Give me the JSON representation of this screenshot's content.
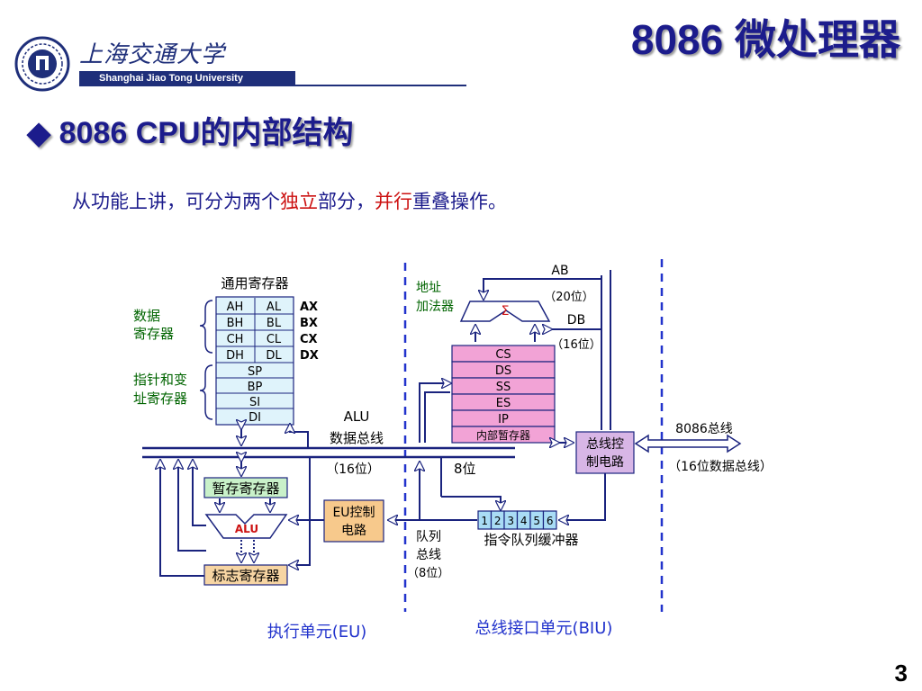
{
  "header": {
    "title": "8086  微处理器",
    "university_cn": "上海交通大学",
    "university_en": "Shanghai Jiao Tong University"
  },
  "slide": {
    "bullet": "◆",
    "subtitle": "8086 CPU的内部结构",
    "desc_parts": [
      "从功能上讲，可分为两个",
      "独立",
      "部分，",
      "并行",
      "重叠操作。"
    ],
    "page_number": "3"
  },
  "diagram": {
    "gp_title": "通用寄存器",
    "data_reg_label": [
      "数据",
      "寄存器"
    ],
    "ptr_reg_label": [
      "指针和变",
      "址寄存器"
    ],
    "gp_rows": [
      {
        "hi": "AH",
        "lo": "AL",
        "name": "AX"
      },
      {
        "hi": "BH",
        "lo": "BL",
        "name": "BX"
      },
      {
        "hi": "CH",
        "lo": "CL",
        "name": "CX"
      },
      {
        "hi": "DH",
        "lo": "DL",
        "name": "DX"
      }
    ],
    "ptr_regs": [
      "SP",
      "BP",
      "SI",
      "DI"
    ],
    "alu_bus": [
      "ALU",
      "数据总线"
    ],
    "alu_bus_width": "（16位）",
    "temp_reg": "暂存寄存器",
    "alu": "ALU",
    "flags_reg": "标志寄存器",
    "eu_control": [
      "EU控制",
      "电路"
    ],
    "addr_adder": [
      "地址",
      "加法器"
    ],
    "sigma": "Σ",
    "ab": "AB",
    "ab_width": "（20位）",
    "db": "DB",
    "db_width": "（16位）",
    "seg_regs": [
      "CS",
      "DS",
      "SS",
      "ES",
      "IP",
      "内部暂存器"
    ],
    "bus_control": [
      "总线控",
      "制电路"
    ],
    "ext_bus": "8086总线",
    "ext_bus_width": "（16位数据总线）",
    "internal_8bit": "8位",
    "queue_cells": [
      "1",
      "2",
      "3",
      "4",
      "5",
      "6"
    ],
    "queue_label": "指令队列缓冲器",
    "queue_bus": [
      "队列",
      "总线",
      "（8位）"
    ],
    "eu_label": "执行单元(EU)",
    "biu_label": "总线接口单元(BIU)"
  },
  "colors": {
    "title": "#1c1c8c",
    "highlight": "#cc1111",
    "reg_fill": "#dff3fb",
    "seg_fill": "#f2a3d6",
    "temp_fill": "#c9f1c9",
    "flag_fill": "#f7d5a3",
    "eu_ctrl_fill": "#f7c98c",
    "bus_ctrl_fill": "#d8b6e6",
    "queue_fill": "#a9dcf5",
    "bus_line": "#1a237e",
    "label_green": "#006400",
    "unit_label": "#2233cc"
  }
}
